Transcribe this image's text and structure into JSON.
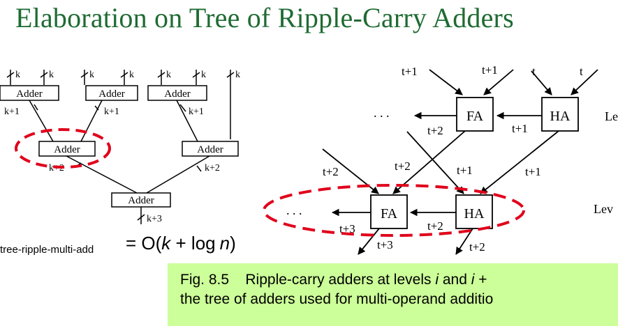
{
  "title": "Elaboration on Tree of Ripple-Carry Adders",
  "left_tree": {
    "adder_label": "Adder",
    "input_label": "k",
    "l1_label": "k+1",
    "l2_label": "k+2",
    "l3_label": "k+3"
  },
  "formula": {
    "subscript": "tree-ripple-multi-add",
    "rhs_prefix": "= O(",
    "k": "k",
    "mid": " + log",
    "n": "n",
    "rhs_suffix": ")"
  },
  "right_diagram": {
    "fa": "FA",
    "ha": "HA",
    "dots": ". . .",
    "t": "t",
    "t1": "t+1",
    "t2": "t+2",
    "t3": "t+3",
    "level_a": "Le",
    "level_b": "Lev"
  },
  "caption": {
    "fig": "Fig. 8.5",
    "line1_a": "Ripple-carry adders at levels ",
    "i1": "i",
    "line1_b": " and ",
    "i2": "i",
    "line1_c": " +",
    "line2": "the tree of adders used for multi-operand additio"
  },
  "colors": {
    "title": "#1f6b33",
    "highlight": "#e0001b",
    "caption_bg": "#ccff99"
  }
}
